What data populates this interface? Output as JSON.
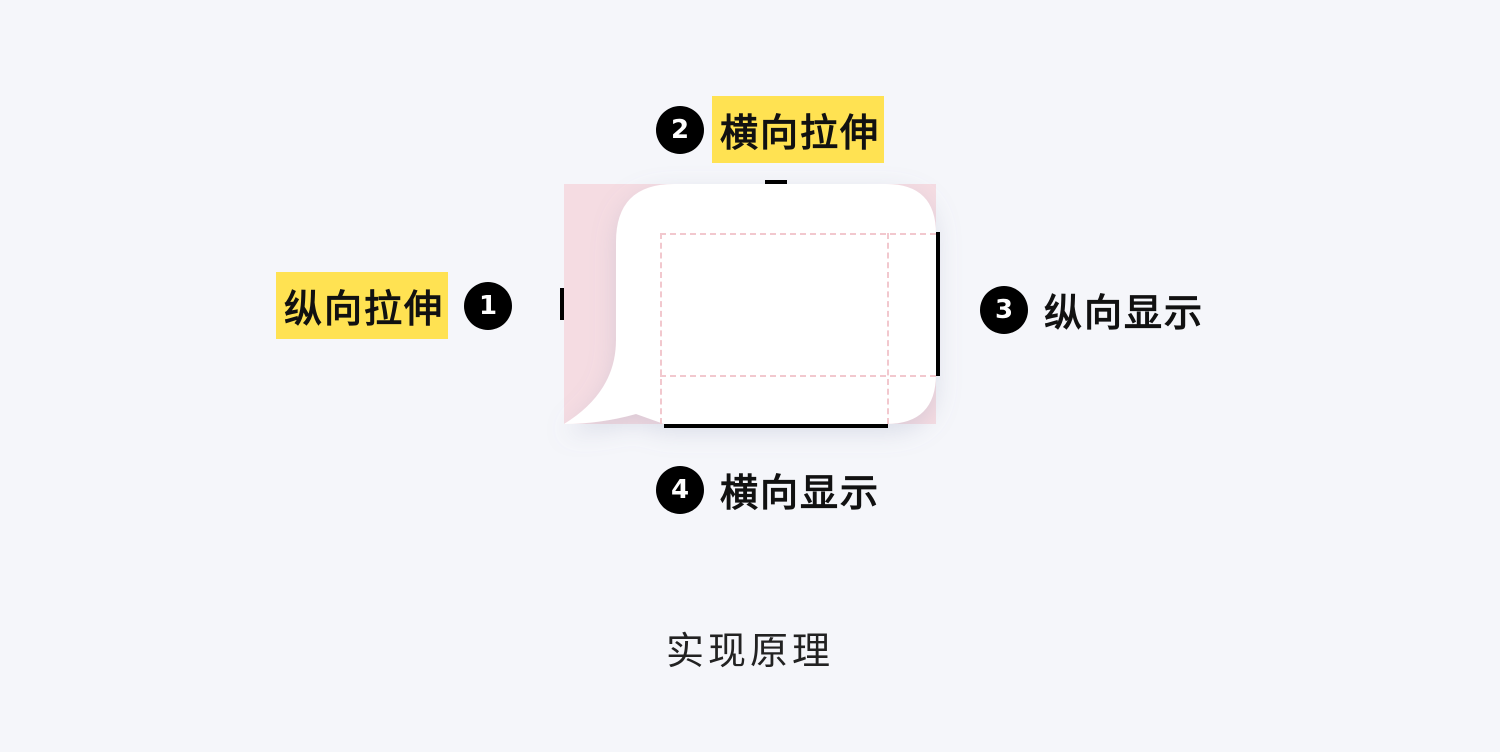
{
  "labels": {
    "vertical_stretch": {
      "number": "1",
      "text": "纵向拉伸",
      "highlighted": true
    },
    "horizontal_stretch": {
      "number": "2",
      "text": "横向拉伸",
      "highlighted": true
    },
    "vertical_display": {
      "number": "3",
      "text": "纵向显示",
      "highlighted": false
    },
    "horizontal_display": {
      "number": "4",
      "text": "横向显示",
      "highlighted": false
    }
  },
  "caption": "实现原理",
  "colors": {
    "background": "#f5f6fa",
    "highlight": "#ffe252",
    "stretch_zone": "#f5dce2",
    "bubble": "#ffffff",
    "guide_dash": "#f2c8ce",
    "marker": "#000000"
  }
}
